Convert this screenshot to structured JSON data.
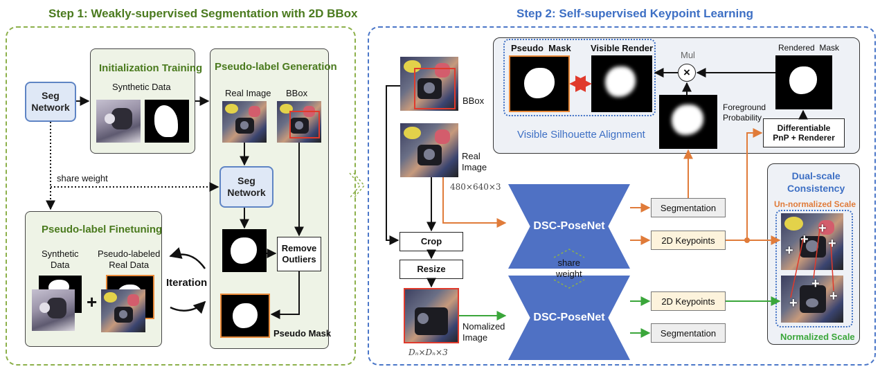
{
  "step1": {
    "title": "Step 1: Weakly-supervised Segmentation with 2D BBox",
    "seg_network_label": "Seg\nNetwork",
    "share_weight": "share weight",
    "init_training": {
      "title": "Initialization Training",
      "synthetic_data": "Synthetic Data"
    },
    "pseudo_gen": {
      "title": "Pseudo-label Generation",
      "real_image": "Real Image",
      "bbox": "BBox",
      "seg_network": "Seg\nNetwork",
      "remove_outliers": "Remove\nOutliers",
      "pseudo_mask": "Pseudo Mask"
    },
    "finetune": {
      "title": "Pseudo-label Finetuning",
      "synthetic_data": "Synthetic\nData",
      "pseudo_labeled": "Pseudo-labeled\nReal Data",
      "plus": "+"
    },
    "iteration": "Iteration"
  },
  "step2": {
    "title": "Step 2: Self-supervised Keypoint Learning",
    "bbox": "BBox",
    "real_image": "Real\nImage",
    "real_dims": "480×640×3",
    "crop": "Crop",
    "resize": "Resize",
    "normalized_image": "Nomalized\nImage",
    "norm_dims": "Dₙ×Dₙ×3",
    "posenet_top": "DSC-PoseNet",
    "posenet_bottom": "DSC-PoseNet",
    "share_weight": "share\nweight",
    "segmentation_top": "Segmentation",
    "keypoints_top": "2D Keypoints",
    "keypoints_bottom": "2D Keypoints",
    "segmentation_bottom": "Segmentation",
    "silhouette": {
      "pseudo_mask": "Pseudo  Mask",
      "visible_render": "Visible Render",
      "mul": "Mul",
      "rendered_mask": "Rendered  Mask",
      "foreground_probability": "Foreground\nProbability",
      "differentiable": "Differentiable\nPnP + Renderer",
      "alignment": "Visible Silhouette Alignment"
    },
    "dual_scale": {
      "title": "Dual-scale\nConsistency",
      "unnormalized": "Un-normalized Scale",
      "normalized": "Normalized Scale"
    }
  },
  "colors": {
    "step1_green": "#4a7a1e",
    "step2_blue": "#3d6fc4",
    "posenet_blue": "#4f71c4",
    "orange_arrow": "#e07b39",
    "green_arrow": "#3aa63a",
    "red_bbox": "#e03a2c"
  }
}
